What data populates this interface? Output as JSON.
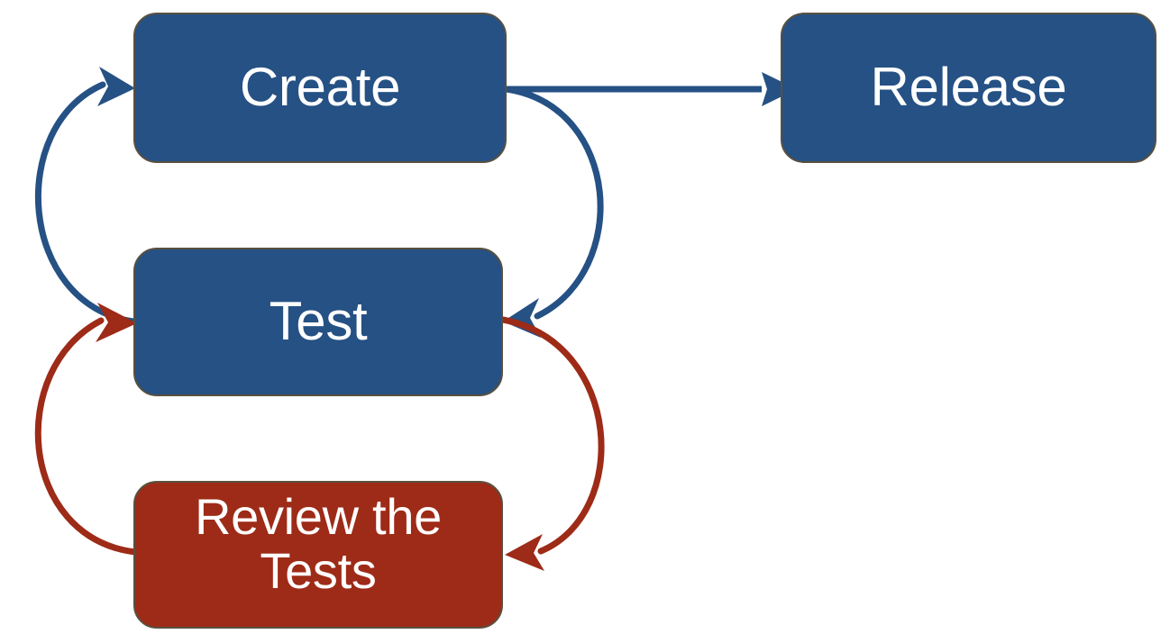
{
  "diagram": {
    "title": "Software development test cycle flowchart",
    "background_color": "#ffffff",
    "colors": {
      "blue_fill": "#255184",
      "red_fill": "#9D2B17",
      "node_border": "#595040",
      "blue_arrow": "#255184",
      "red_arrow": "#9D2B17",
      "node_text": "#ffffff"
    },
    "nodes": [
      {
        "id": "create",
        "label": "Create",
        "fill": "#255184",
        "type": "process"
      },
      {
        "id": "release",
        "label": "Release",
        "fill": "#255184",
        "type": "process"
      },
      {
        "id": "test",
        "label": "Test",
        "fill": "#255184",
        "type": "process"
      },
      {
        "id": "review",
        "label": "Review the\nTests",
        "fill": "#9D2B17",
        "type": "process"
      }
    ],
    "edges": [
      {
        "id": "create-to-release",
        "from": "create",
        "to": "release",
        "color": "#255184",
        "shape": "straight",
        "arrowhead": "end"
      },
      {
        "id": "create-to-test",
        "from": "create",
        "to": "test",
        "color": "#255184",
        "shape": "curve-right",
        "arrowhead": "end"
      },
      {
        "id": "test-to-create",
        "from": "test",
        "to": "create",
        "color": "#255184",
        "shape": "curve-left",
        "arrowhead": "end"
      },
      {
        "id": "test-to-review",
        "from": "test",
        "to": "review",
        "color": "#9D2B17",
        "shape": "curve-right",
        "arrowhead": "end"
      },
      {
        "id": "review-to-test",
        "from": "review",
        "to": "test",
        "color": "#9D2B17",
        "shape": "curve-left",
        "arrowhead": "end"
      }
    ]
  }
}
